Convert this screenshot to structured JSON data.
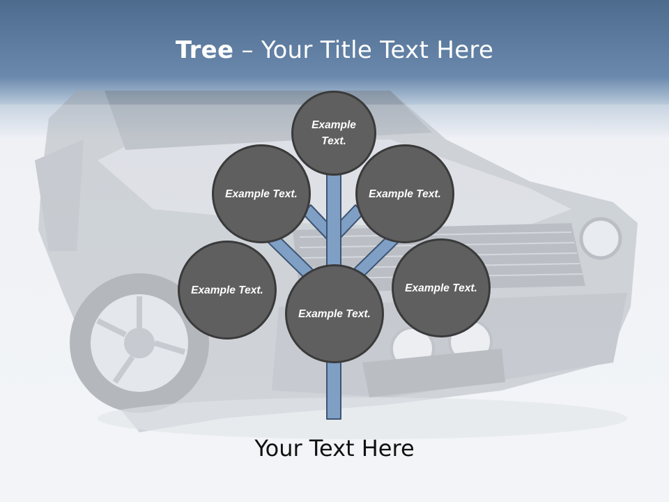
{
  "slide": {
    "title_bold": "Tree",
    "title_rest": " – Your Title Text Here",
    "bottom_text": "Your Text Here"
  },
  "nodes": [
    {
      "label": "Example Text."
    },
    {
      "label": "Example Text."
    },
    {
      "label": "Example Text."
    },
    {
      "label": "Example Text."
    },
    {
      "label": "Example Text."
    },
    {
      "label": "Example Text."
    }
  ],
  "colors": {
    "header": "#5d7ea3",
    "branch": "#7f9fc4",
    "node_fill": "#5f5f5f",
    "node_border": "#3a3a3a"
  }
}
